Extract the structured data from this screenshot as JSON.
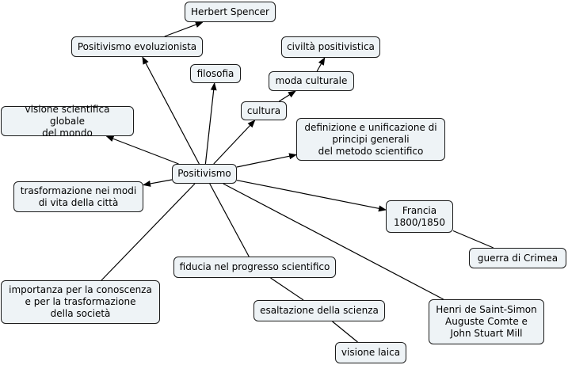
{
  "diagram": {
    "nodes": [
      {
        "id": "positivismo",
        "label": "Positivismo"
      },
      {
        "id": "herbert",
        "label": "Herbert Spencer"
      },
      {
        "id": "evoluzionista",
        "label": "Positivismo evoluzionista"
      },
      {
        "id": "filosofia",
        "label": "filosofia"
      },
      {
        "id": "civilta",
        "label": "civiltà positivistica"
      },
      {
        "id": "moda",
        "label": "moda culturale"
      },
      {
        "id": "cultura",
        "label": "cultura"
      },
      {
        "id": "visione_globale",
        "label": "visione scientifica globale\ndel mondo"
      },
      {
        "id": "definizione",
        "label": "definizione e unificazione di\nprincipi generali\ndel metodo scientifico"
      },
      {
        "id": "trasformazione",
        "label": "trasformazione nei modi\ndi vita della città"
      },
      {
        "id": "francia",
        "label": "Francia\n1800/1850"
      },
      {
        "id": "crimea",
        "label": "guerra di Crimea"
      },
      {
        "id": "fiducia",
        "label": "fiducia nel progresso scientifico"
      },
      {
        "id": "importanza",
        "label": "importanza per la conoscenza\ne per la trasformazione\ndella società"
      },
      {
        "id": "esaltazione",
        "label": "esaltazione della scienza"
      },
      {
        "id": "henri",
        "label": "Henri de Saint-Simon\nAuguste Comte e\nJohn Stuart Mill"
      },
      {
        "id": "laica",
        "label": "visione laica"
      }
    ],
    "edges": [
      {
        "from": "positivismo",
        "to": "evoluzionista",
        "arrow": true
      },
      {
        "from": "evoluzionista",
        "to": "herbert",
        "arrow": true
      },
      {
        "from": "positivismo",
        "to": "filosofia",
        "arrow": true
      },
      {
        "from": "positivismo",
        "to": "cultura",
        "arrow": true
      },
      {
        "from": "cultura",
        "to": "moda",
        "arrow": true
      },
      {
        "from": "moda",
        "to": "civilta",
        "arrow": true
      },
      {
        "from": "positivismo",
        "to": "visione_globale",
        "arrow": true
      },
      {
        "from": "positivismo",
        "to": "definizione",
        "arrow": true
      },
      {
        "from": "positivismo",
        "to": "trasformazione",
        "arrow": true
      },
      {
        "from": "positivismo",
        "to": "francia",
        "arrow": true
      },
      {
        "from": "francia",
        "to": "crimea",
        "arrow": false
      },
      {
        "from": "positivismo",
        "to": "fiducia",
        "arrow": false
      },
      {
        "from": "fiducia",
        "to": "esaltazione",
        "arrow": false
      },
      {
        "from": "esaltazione",
        "to": "laica",
        "arrow": false
      },
      {
        "from": "positivismo",
        "to": "importanza",
        "arrow": false
      },
      {
        "from": "positivismo",
        "to": "henri",
        "arrow": false
      }
    ]
  }
}
